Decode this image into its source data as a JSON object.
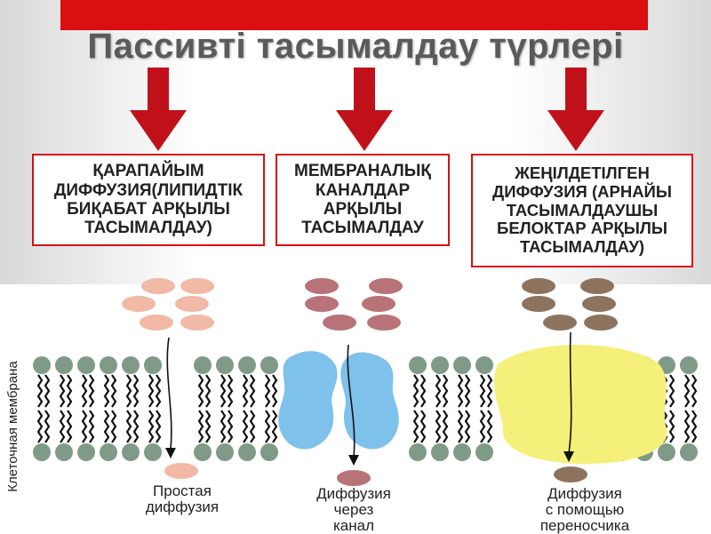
{
  "title": "Пассивті тасымалдау түрлері",
  "categories": [
    {
      "label": "ҚАРАПАЙЫМ\nДИФФУЗИЯ(ЛИПИДТІК\nБИҚАБАТ АРҚЫЛЫ\nТАСЫМАЛДАУ)"
    },
    {
      "label": "МЕМБРАНАЛЫҚ\nКАНАЛДАР\nАРҚЫЛЫ\nТАСЫМАЛДАУ"
    },
    {
      "label": "ЖЕҢІЛДЕТІЛГЕН\nДИФФУЗИЯ (АРНАЙЫ\nТАСЫМАЛДАУШЫ\nБЕЛОКТАР АРҚЫЛЫ\nТАСЫМАЛДАУ)"
    }
  ],
  "membrane_label": "Клеточная мембрана",
  "captions": [
    "Простая\nдиффузия",
    "Диффузия\nчерез\nканал",
    "Диффузия\nс помощью\nпереносчика"
  ],
  "colors": {
    "accent_red": "#d90f12",
    "arrow_red": "#c0111a",
    "molecule_simple": "#f2b9a6",
    "molecule_channel": "#b87378",
    "molecule_carrier": "#8d735e",
    "lipid_head": "#7f9a86",
    "channel_protein": "#7ec1ea",
    "carrier_protein": "#f4f07a"
  },
  "icons": [
    "down-arrow-icon",
    "lipid-bilayer",
    "channel-protein",
    "carrier-protein"
  ]
}
